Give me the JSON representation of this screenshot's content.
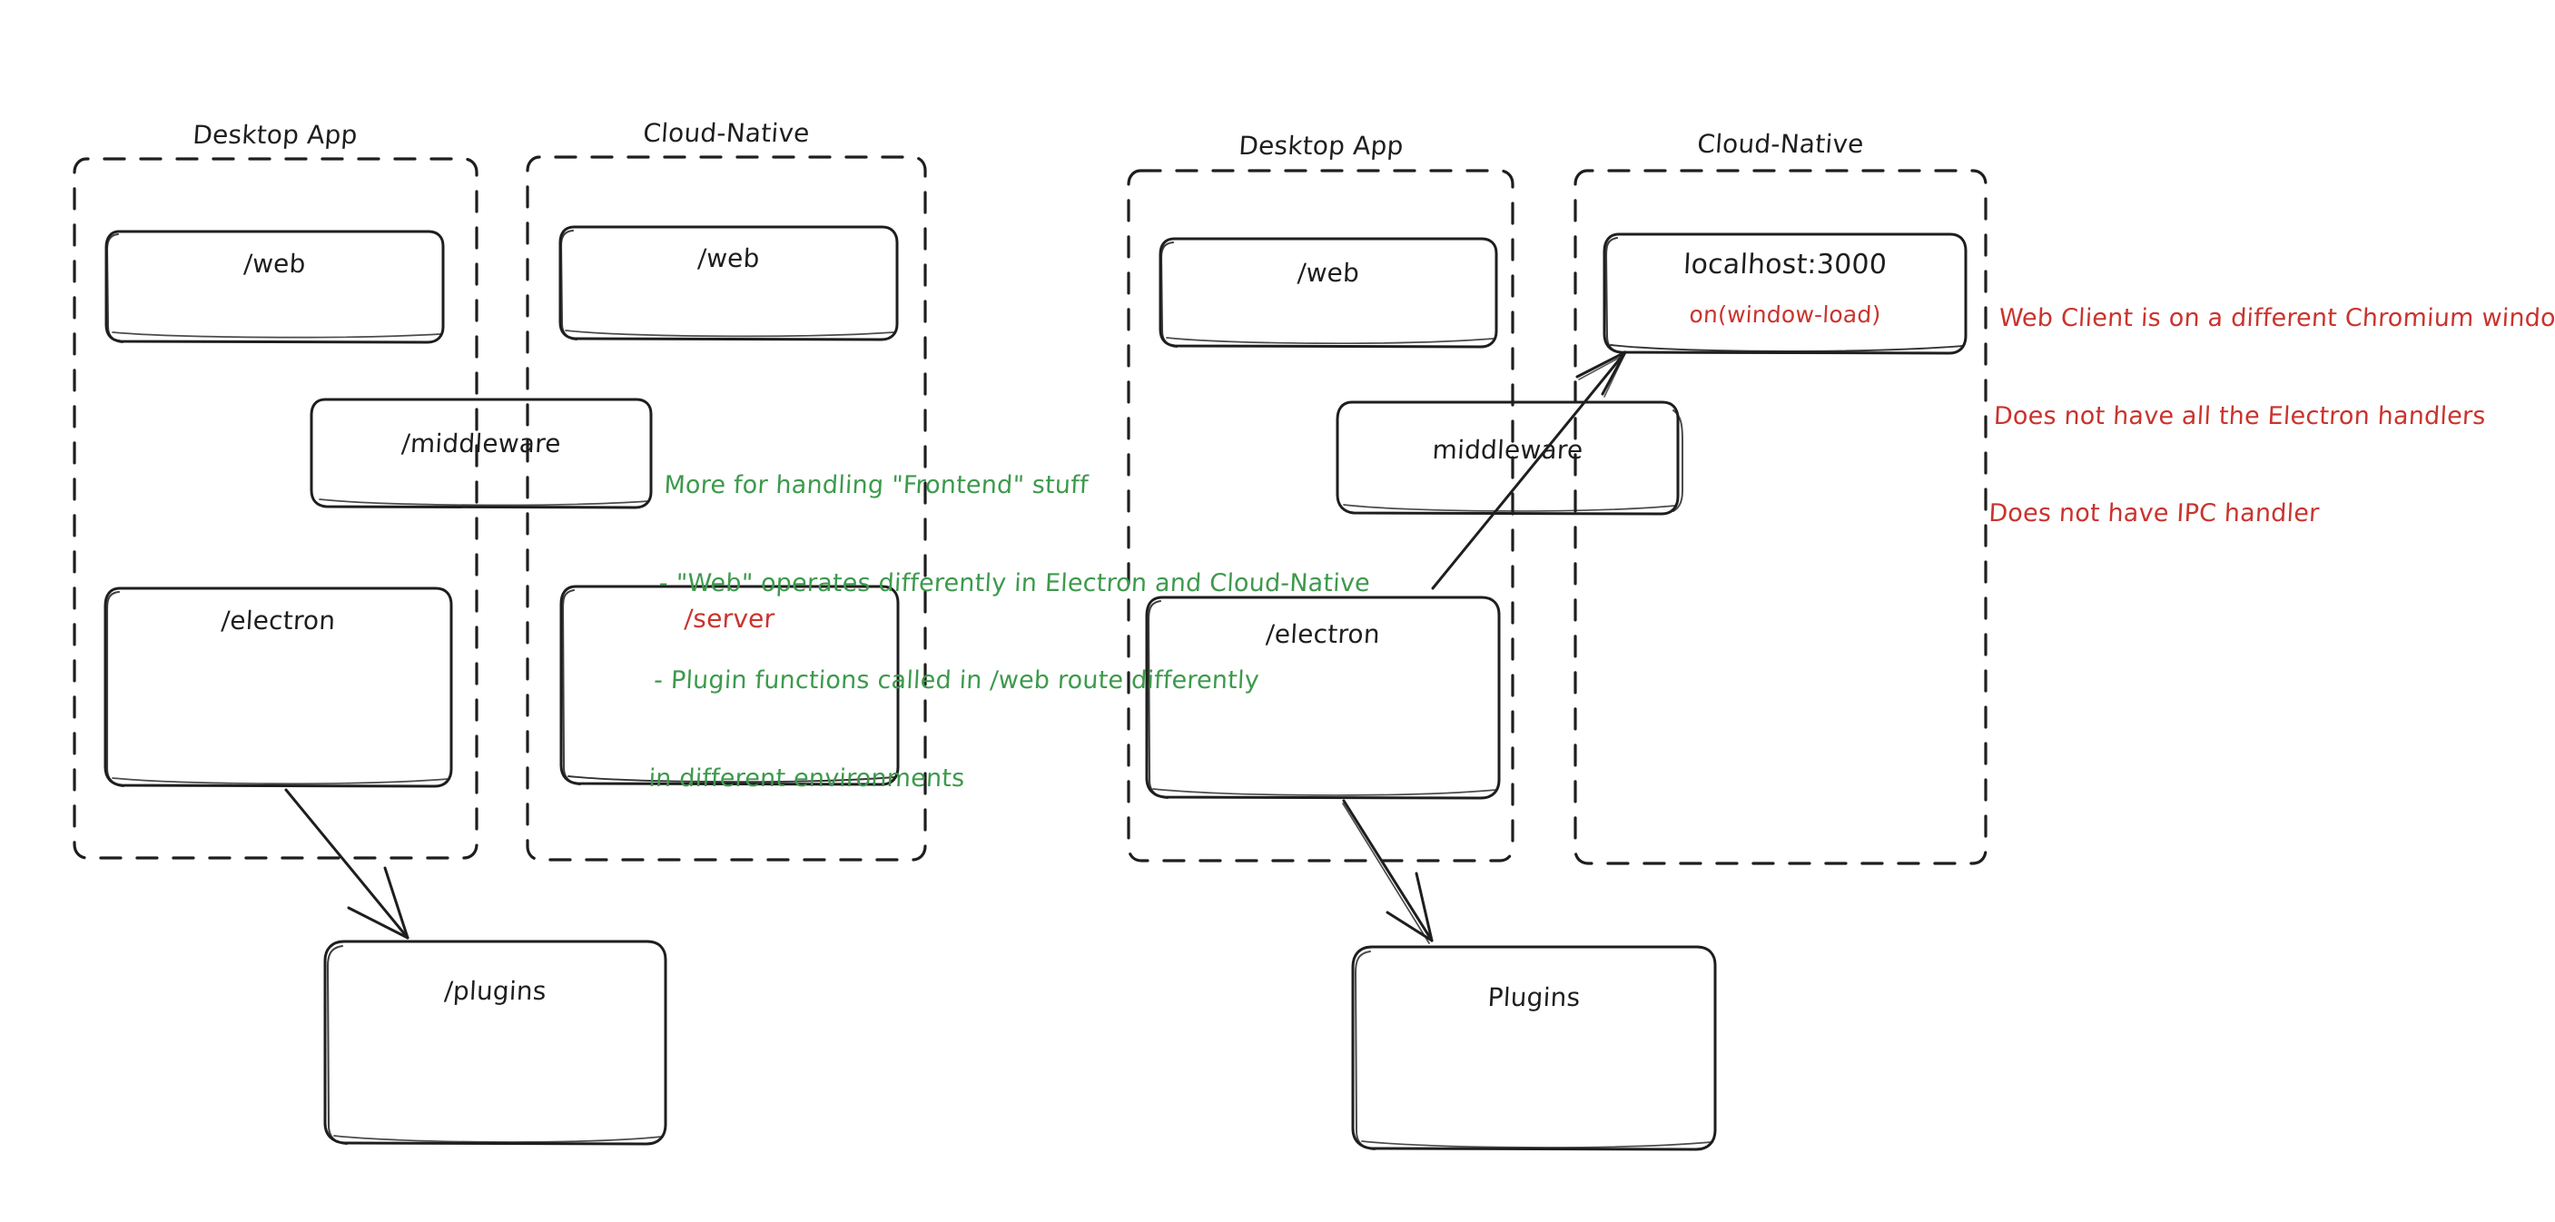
{
  "diagram": {
    "type": "architecture-sketch",
    "style": "hand-drawn",
    "background": "#ffffff",
    "colors": {
      "stroke": "#1e1e1e",
      "green_note": "#3d9a4c",
      "red_note": "#c9342e"
    },
    "panels": [
      {
        "id": "left-diagram",
        "groups": [
          {
            "id": "left-desktop-app",
            "title": "Desktop App"
          },
          {
            "id": "left-cloud-native",
            "title": "Cloud-Native"
          }
        ],
        "nodes": [
          {
            "id": "left-desktop-web",
            "label": "/web",
            "color": "#1e1e1e"
          },
          {
            "id": "left-cloud-web",
            "label": "/web",
            "color": "#1e1e1e"
          },
          {
            "id": "left-middleware",
            "label": "/middleware",
            "color": "#1e1e1e"
          },
          {
            "id": "left-electron",
            "label": "/electron",
            "color": "#1e1e1e"
          },
          {
            "id": "left-server",
            "label": "/server",
            "color": "#c9342e"
          },
          {
            "id": "left-plugins",
            "label": "/plugins",
            "color": "#1e1e1e"
          }
        ],
        "edges": [
          {
            "from": "left-electron",
            "to": "left-plugins",
            "arrow": true
          }
        ]
      },
      {
        "id": "right-diagram",
        "groups": [
          {
            "id": "right-desktop-app",
            "title": "Desktop App"
          },
          {
            "id": "right-cloud-native",
            "title": "Cloud-Native"
          }
        ],
        "nodes": [
          {
            "id": "right-desktop-web",
            "label": "/web",
            "color": "#1e1e1e"
          },
          {
            "id": "right-localhost",
            "label": "localhost:3000",
            "color": "#1e1e1e",
            "sublabel": "on(window-load)",
            "sublabel_color": "#c9342e"
          },
          {
            "id": "right-middleware",
            "label": "middleware",
            "color": "#1e1e1e"
          },
          {
            "id": "right-electron",
            "label": "/electron",
            "color": "#1e1e1e"
          },
          {
            "id": "right-plugins",
            "label": "Plugins",
            "color": "#1e1e1e"
          }
        ],
        "edges": [
          {
            "from": "right-electron",
            "to": "right-localhost",
            "arrow": true
          },
          {
            "from": "right-electron",
            "to": "right-plugins",
            "arrow": true
          }
        ]
      }
    ],
    "annotations": [
      {
        "id": "green-note",
        "color": "#3d9a4c",
        "lines": [
          "More for handling \"Frontend\" stuff",
          "- \"Web\" operates differently in Electron and Cloud-Native",
          "- Plugin functions called in /web route differently",
          "in different environments"
        ]
      },
      {
        "id": "red-note",
        "color": "#c9342e",
        "lines": [
          "Web Client is on a different Chromium window",
          "Does not have all the Electron handlers",
          "Does not have IPC handler"
        ]
      }
    ]
  }
}
